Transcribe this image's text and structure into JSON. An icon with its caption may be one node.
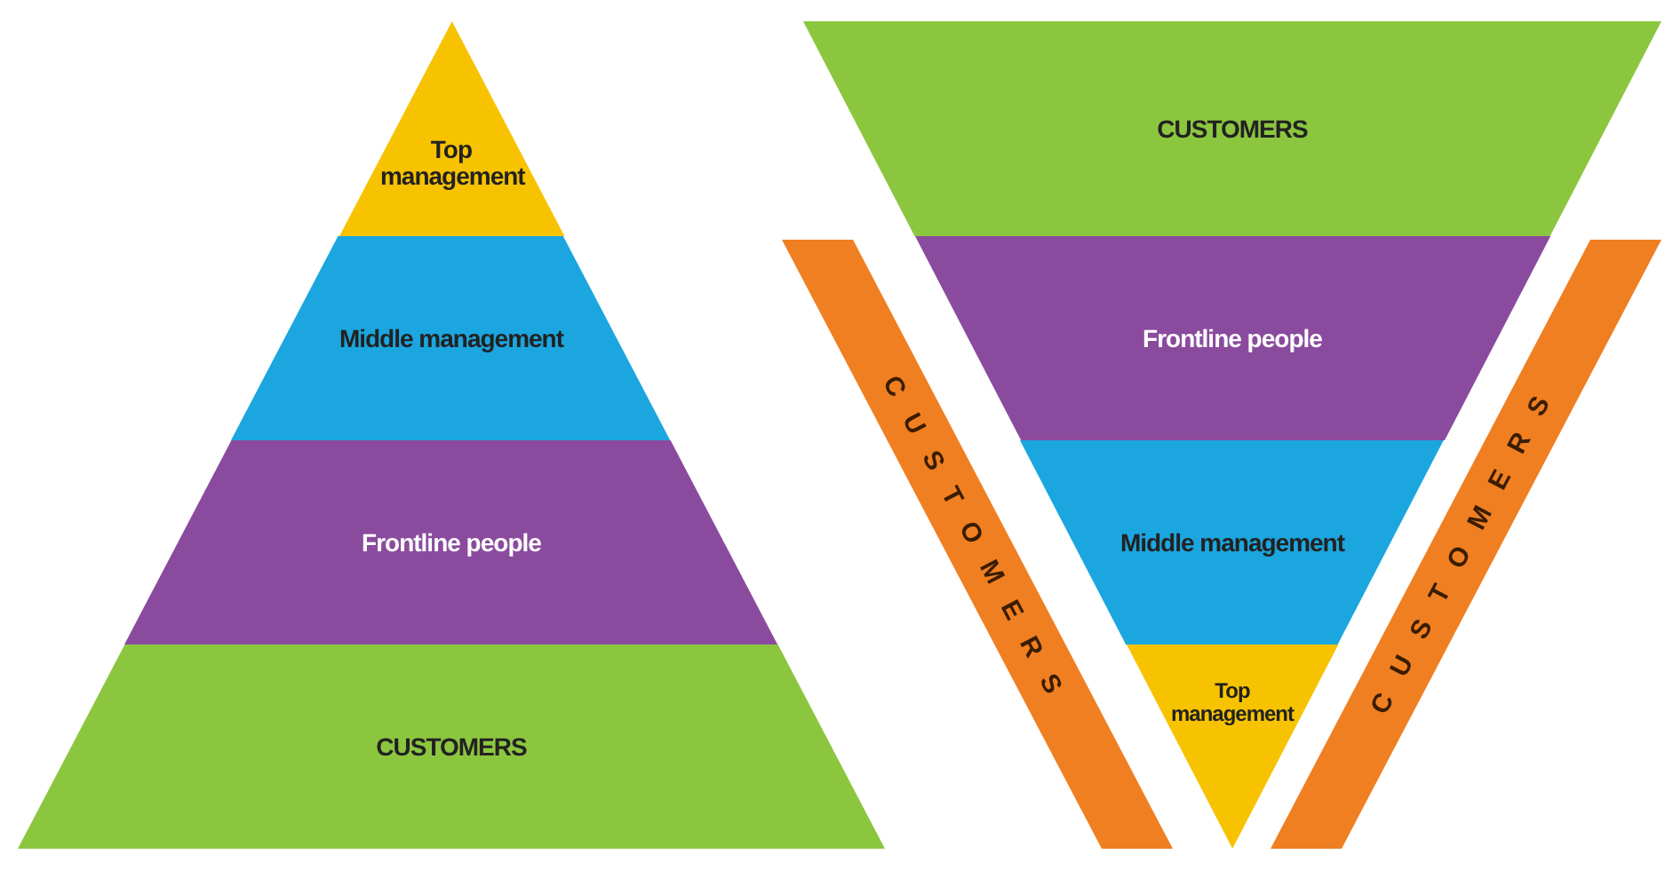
{
  "diagram": {
    "nodes": [
      {
        "text": [
          "Top management"
        ]
      },
      {
        "text": [
          "Middle management"
        ]
      },
      {
        "text": [
          "Frontline people"
        ]
      },
      {
        "text": [
          "CUSTOMERS"
        ]
      },
      {
        "text": [
          "CUSTOMERS"
        ]
      },
      {
        "text": [
          "Frontline people"
        ]
      },
      {
        "text": [
          "Middle management"
        ]
      },
      {
        "text": [
          "Top management"
        ]
      },
      {
        "text": [
          "CUSTOMERS"
        ]
      },
      {
        "text": [
          "CUSTOMERS"
        ]
      }
    ]
  }
}
